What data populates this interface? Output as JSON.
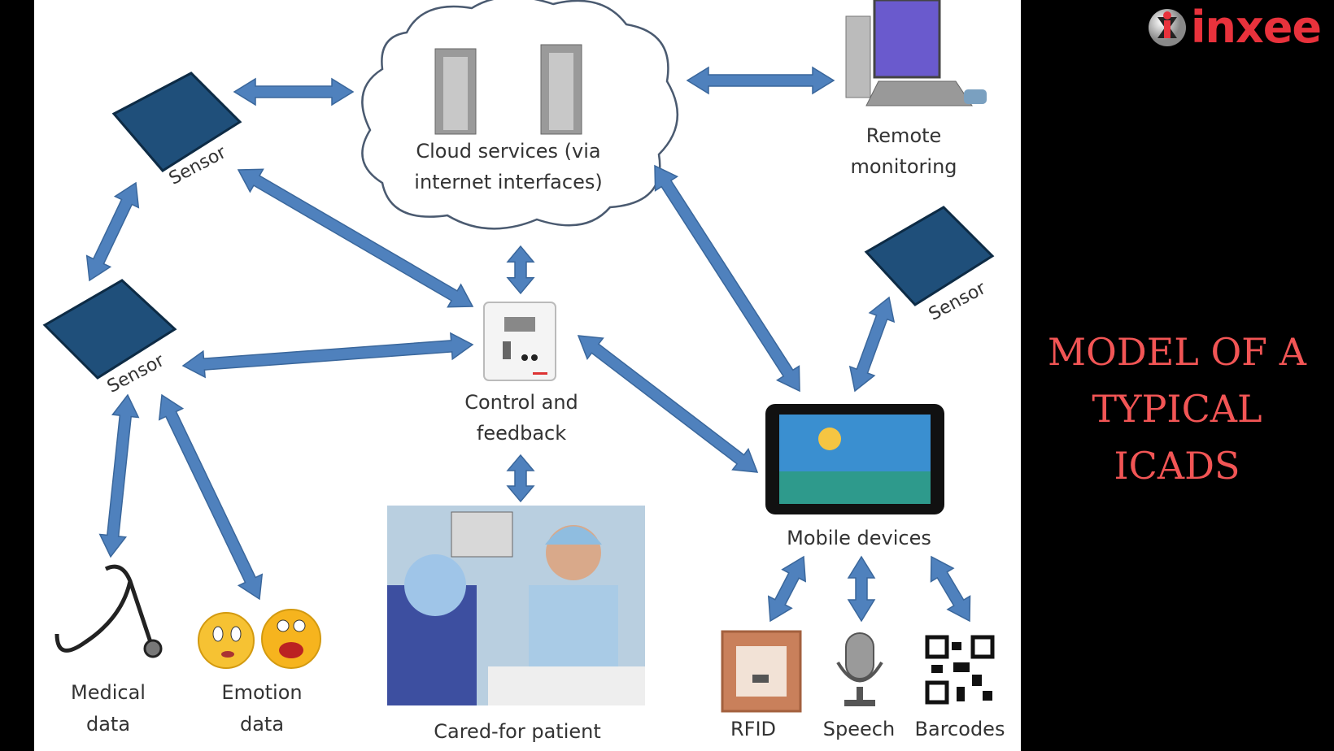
{
  "brand": {
    "logo_text": "inxee",
    "color": "#e8323c"
  },
  "title": {
    "lines": [
      "MODEL OF A",
      "TYPICAL",
      "ICADS"
    ],
    "color": "#f25555"
  },
  "diagram": {
    "arrow_color": "#4f81bd",
    "nodes": {
      "cloud": {
        "label_line1": "Cloud services (via",
        "label_line2": "internet interfaces)"
      },
      "remote": {
        "label_line1": "Remote",
        "label_line2": "monitoring"
      },
      "sensor_top": {
        "label": "Sensor"
      },
      "sensor_left": {
        "label": "Sensor"
      },
      "sensor_right": {
        "label": "Sensor"
      },
      "control": {
        "label_line1": "Control and",
        "label_line2": "feedback"
      },
      "patient": {
        "label": "Cared-for patient"
      },
      "mobile": {
        "label": "Mobile devices"
      },
      "medical": {
        "label_line1": "Medical",
        "label_line2": "data"
      },
      "emotion": {
        "label_line1": "Emotion",
        "label_line2": "data"
      },
      "rfid": {
        "label": "RFID"
      },
      "speech": {
        "label": "Speech"
      },
      "barcodes": {
        "label": "Barcodes"
      }
    }
  }
}
